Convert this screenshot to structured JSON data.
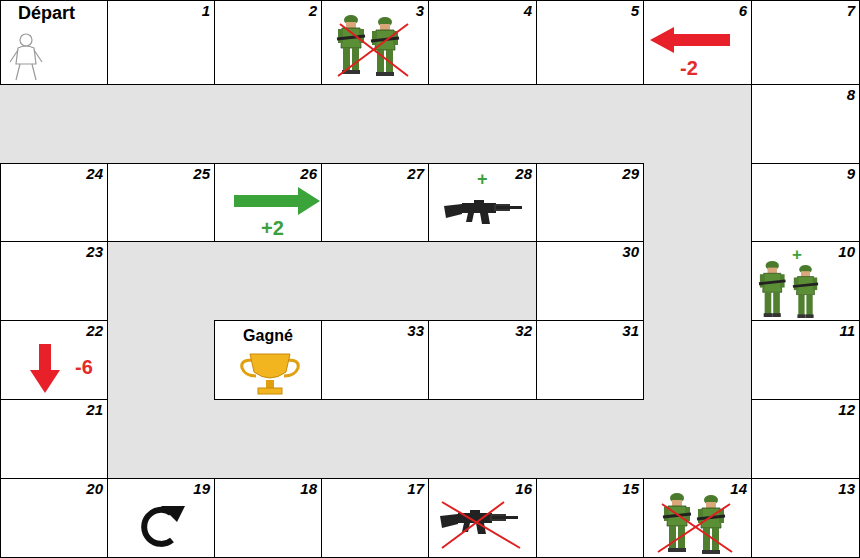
{
  "diagram": {
    "nodes": [
      {
        "text": [
          "Départ"
        ]
      },
      {
        "text": [
          "1"
        ]
      },
      {
        "text": [
          "2"
        ]
      },
      {
        "text": [
          "3"
        ]
      },
      {
        "text": [
          "4"
        ]
      },
      {
        "text": [
          "5"
        ]
      },
      {
        "text": [
          "6",
          "-2"
        ]
      },
      {
        "text": [
          "7"
        ]
      },
      {
        "text": [
          "8"
        ]
      },
      {
        "text": [
          "9"
        ]
      },
      {
        "text": [
          "10",
          "+"
        ]
      },
      {
        "text": [
          "11"
        ]
      },
      {
        "text": [
          "12"
        ]
      },
      {
        "text": [
          "13"
        ]
      },
      {
        "text": [
          "14"
        ]
      },
      {
        "text": [
          "15"
        ]
      },
      {
        "text": [
          "16"
        ]
      },
      {
        "text": [
          "17"
        ]
      },
      {
        "text": [
          "18"
        ]
      },
      {
        "text": [
          "19"
        ]
      },
      {
        "text": [
          "20"
        ]
      },
      {
        "text": [
          "21"
        ]
      },
      {
        "text": [
          "22",
          "-6"
        ]
      },
      {
        "text": [
          "23"
        ]
      },
      {
        "text": [
          "24"
        ]
      },
      {
        "text": [
          "25"
        ]
      },
      {
        "text": [
          "26",
          "+2"
        ]
      },
      {
        "text": [
          "27"
        ]
      },
      {
        "text": [
          "28",
          "+"
        ]
      },
      {
        "text": [
          "29"
        ]
      },
      {
        "text": [
          "30"
        ]
      },
      {
        "text": [
          "31"
        ]
      },
      {
        "text": [
          "32"
        ]
      },
      {
        "text": [
          "33"
        ]
      },
      {
        "text": [
          "Gagné"
        ]
      }
    ]
  }
}
